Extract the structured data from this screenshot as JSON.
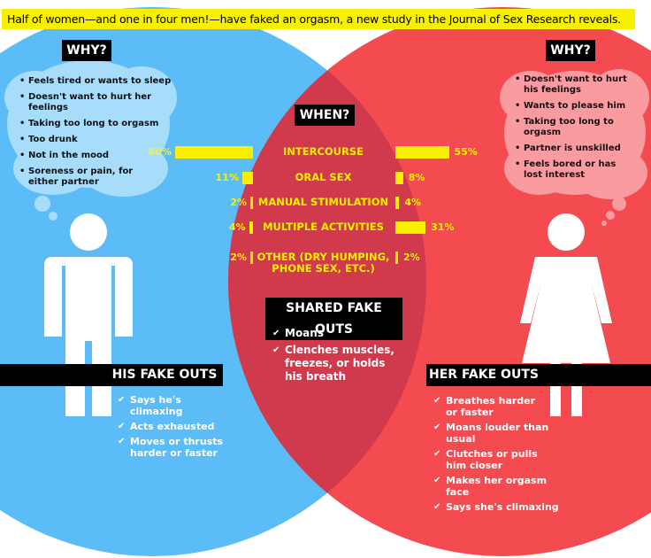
{
  "headline": "Half of women—and one in four men!—have faked an orgasm, a new study in the Journal of Sex Research reveals.",
  "colors": {
    "men": "#5bbcf8",
    "women": "#f34b50",
    "overlap": "#d03a4c",
    "bar": "#f8f000"
  },
  "men_why": {
    "title": "WHY?",
    "items": [
      "Feels tired or wants to sleep",
      "Doesn't want to hurt her feelings",
      "Taking too long to orgasm",
      "Too drunk",
      "Not in the mood",
      "Soreness or pain, for either partner"
    ]
  },
  "women_why": {
    "title": "WHY?",
    "items": [
      "Doesn't want to hurt his feelings",
      "Wants to please him",
      "Taking too long to orgasm",
      "Partner is unskilled",
      "Feels bored or has lost interest"
    ]
  },
  "chart_data": {
    "type": "bar",
    "title": "WHEN?",
    "categories": [
      "INTERCOURSE",
      "ORAL SEX",
      "MANUAL STIMULATION",
      "MULTIPLE ACTIVITIES",
      "OTHER (DRY HUMPING, PHONE SEX, ETC.)"
    ],
    "series": [
      {
        "name": "Men",
        "values": [
          80,
          11,
          2,
          4,
          2
        ],
        "labels": [
          "80%",
          "11%",
          "2%",
          "4%",
          "2%"
        ]
      },
      {
        "name": "Women",
        "values": [
          55,
          8,
          4,
          31,
          2
        ],
        "labels": [
          "55%",
          "8%",
          "4%",
          "31%",
          "2%"
        ]
      }
    ]
  },
  "his": {
    "title": "HIS FAKE OUTS",
    "items": [
      "Says he's climaxing",
      "Acts exhausted",
      "Moves or thrusts harder or faster"
    ]
  },
  "shared": {
    "title": "SHARED FAKE OUTS",
    "items": [
      "Moans",
      "Clenches muscles, freezes, or holds his breath"
    ]
  },
  "her": {
    "title": "HER FAKE OUTS",
    "items": [
      "Breathes harder or faster",
      "Moans louder than usual",
      "Clutches or pulls him closer",
      "Makes her orgasm face",
      "Says she's climaxing"
    ]
  },
  "check": "✔"
}
